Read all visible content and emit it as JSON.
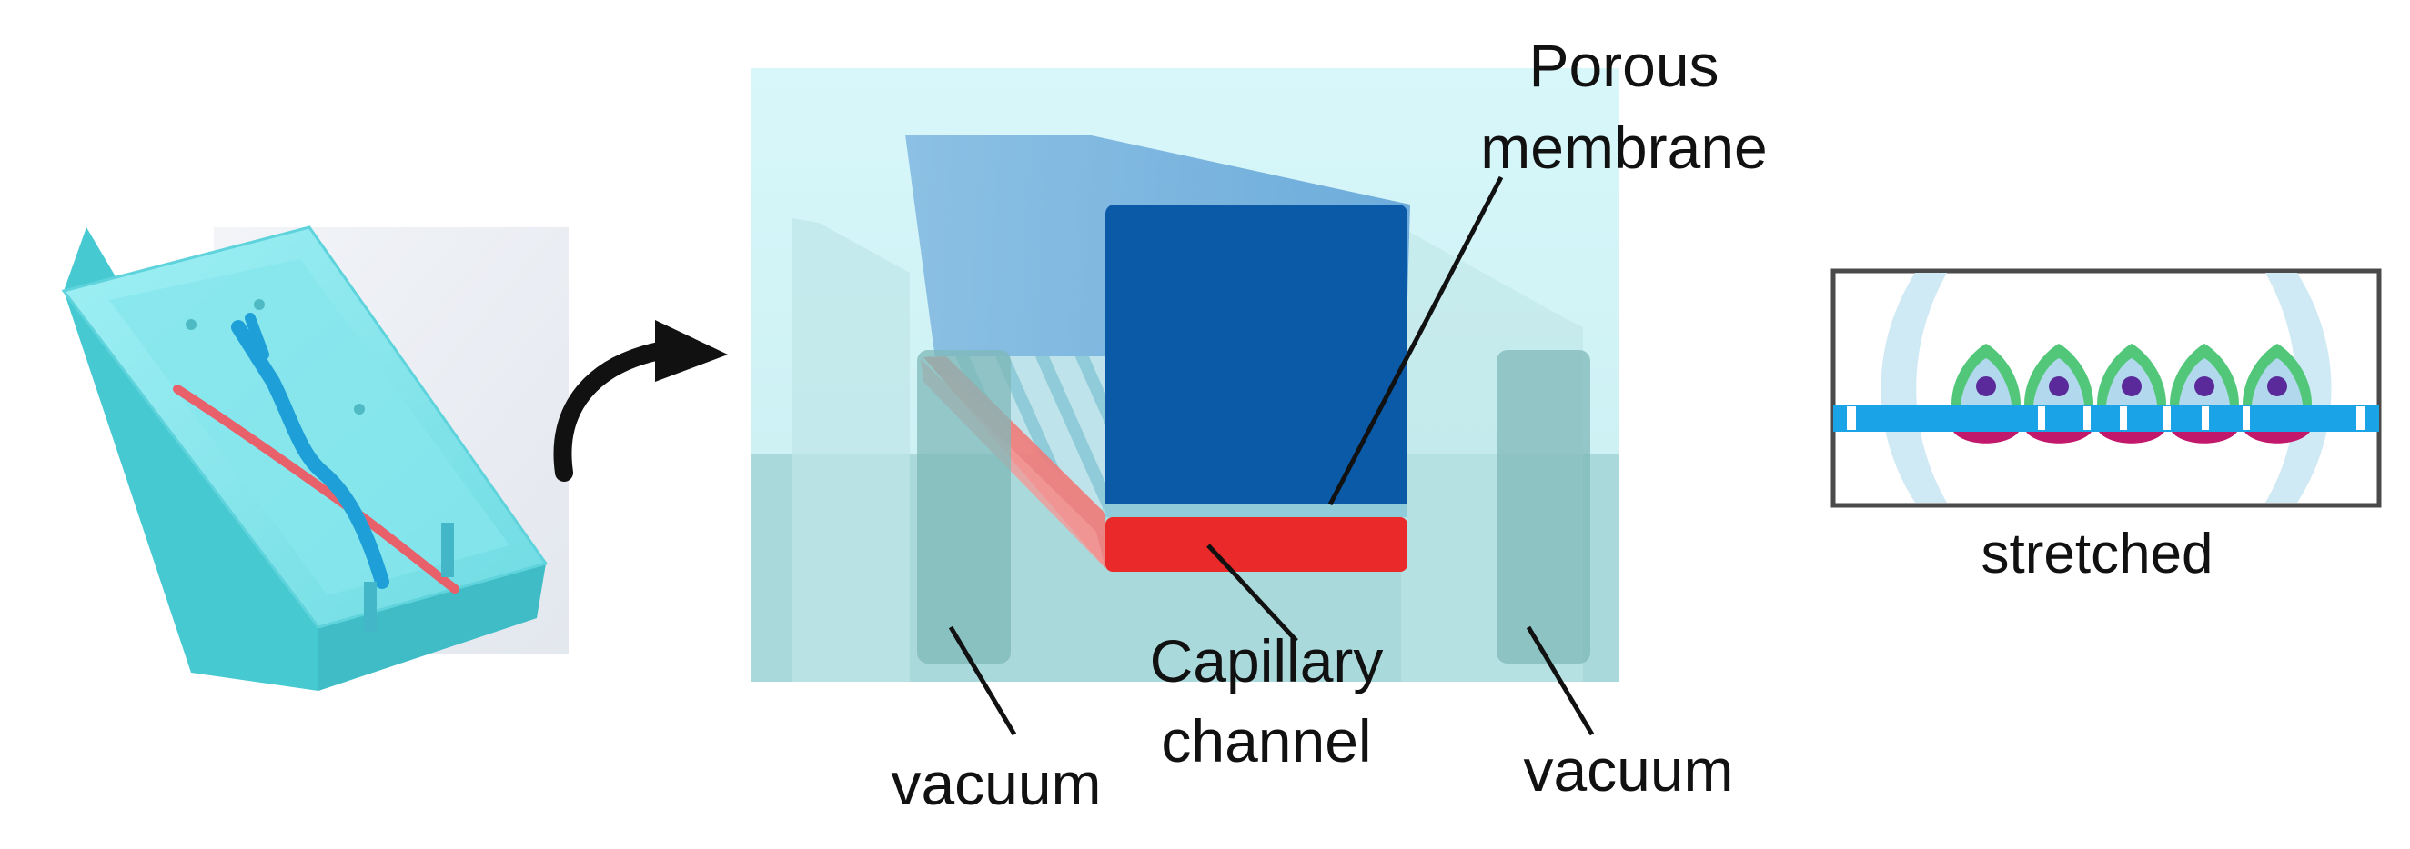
{
  "labels": {
    "porous_membrane_line1": "Porous",
    "porous_membrane_line2": "membrane",
    "capillary_channel_line1": "Capillary",
    "capillary_channel_line2": "channel",
    "vacuum_left": "vacuum",
    "vacuum_right": "vacuum",
    "stretched": "stretched"
  },
  "colors": {
    "device_body": "#7fe3ea",
    "device_edge": "#3fc3cc",
    "channel_red": "#ea2a2a",
    "top_channel_blue": "#0a5aa8",
    "membrane_blue": "#1aa3e6",
    "cell_green": "#52c77a",
    "nucleus_purple": "#5b2a9a",
    "cell_base_magenta": "#c2186b",
    "arrow": "#111111"
  }
}
